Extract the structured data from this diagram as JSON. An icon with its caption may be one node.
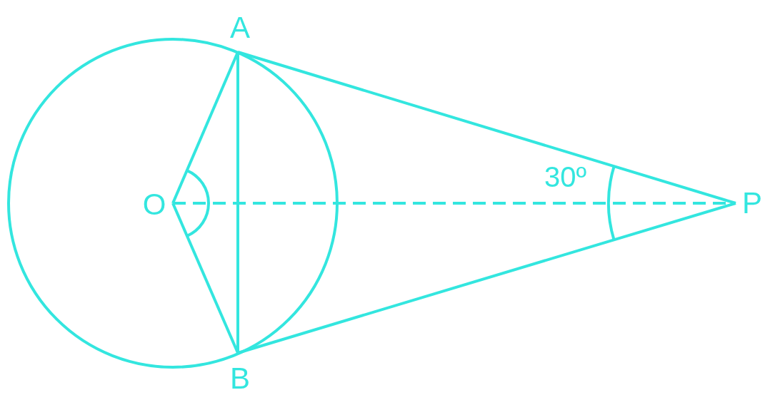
{
  "diagram": {
    "nodes": [
      {
        "text": [
          "A"
        ]
      },
      {
        "text": [
          "O"
        ]
      },
      {
        "text": [
          "B"
        ]
      },
      {
        "text": [
          "P"
        ]
      }
    ],
    "edges": [
      {
        "from": 1,
        "to": 0,
        "arrow": "none"
      },
      {
        "from": 1,
        "to": 2,
        "arrow": "none"
      },
      {
        "from": 0,
        "to": 2,
        "arrow": "none"
      },
      {
        "from": 0,
        "to": 3,
        "arrow": "none"
      },
      {
        "from": 2,
        "to": 3,
        "arrow": "none"
      },
      {
        "from": 1,
        "to": 3,
        "arrow": "none",
        "style": "dashed"
      }
    ],
    "labels": [
      "30º"
    ]
  }
}
